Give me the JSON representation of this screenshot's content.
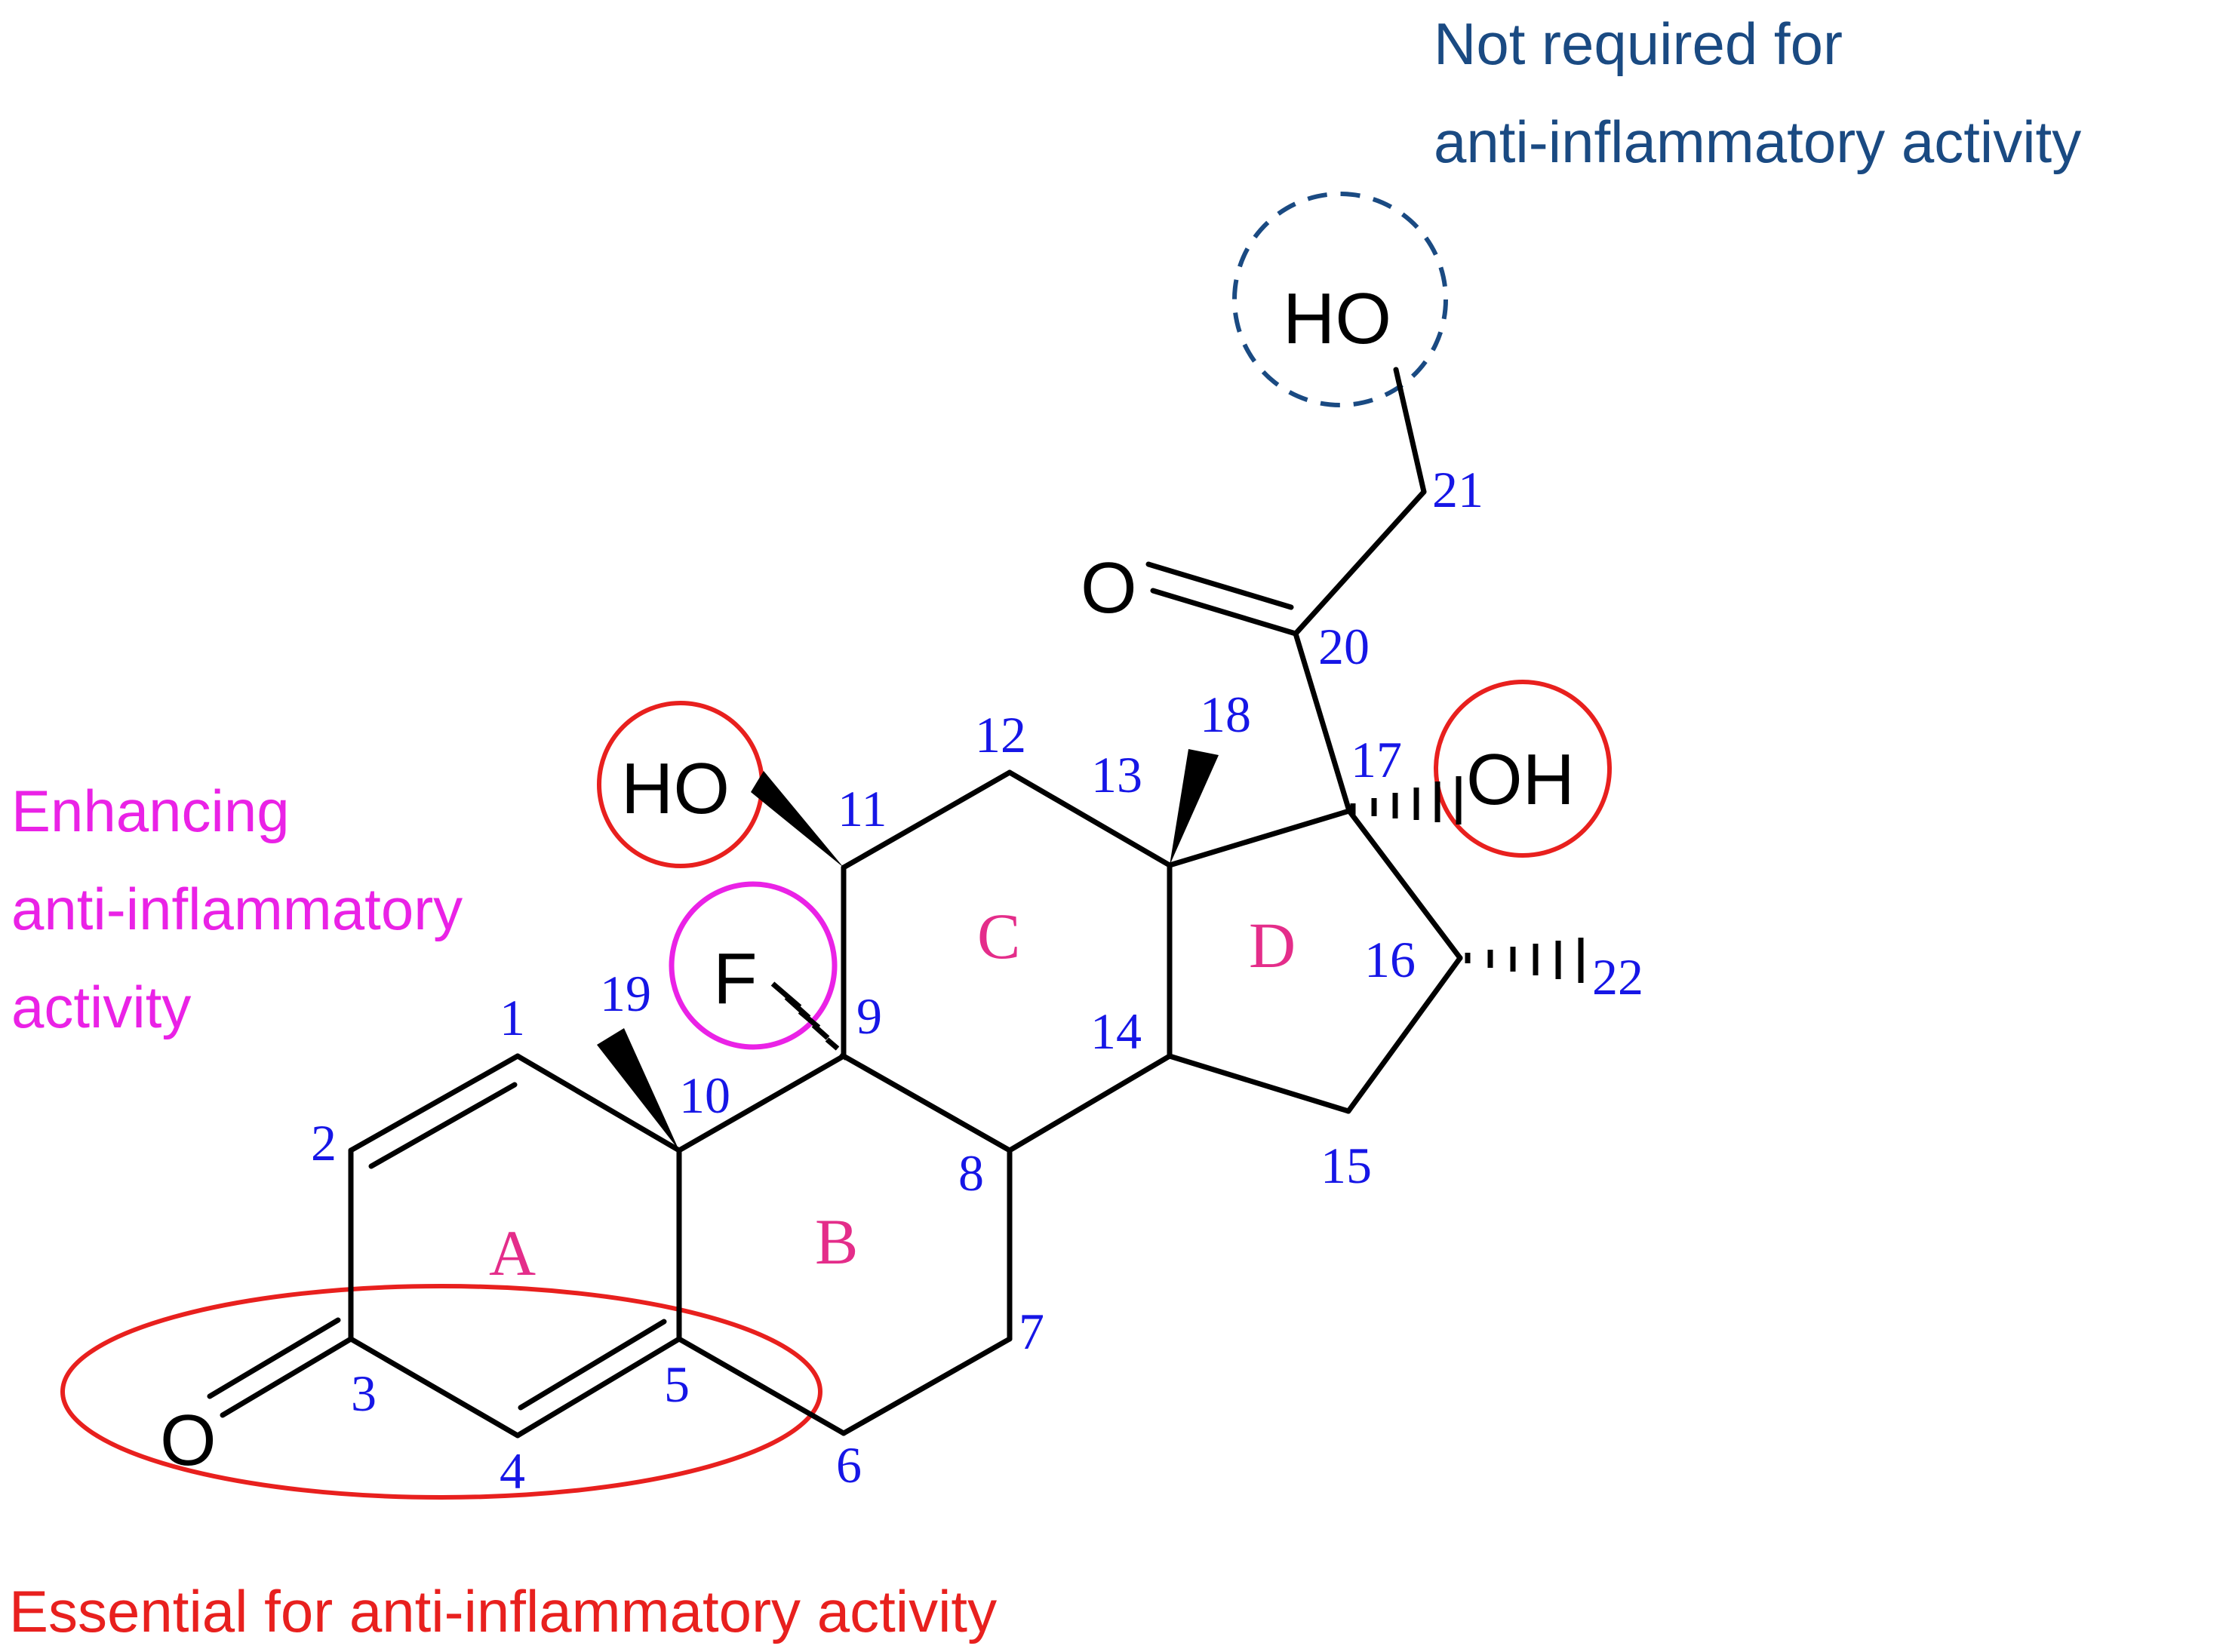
{
  "annotations": {
    "not_required_line1": "Not required for",
    "not_required_line2": "anti-inflammatory activity",
    "enhancing_line1": "Enhancing",
    "enhancing_line2": "anti-inflammatory",
    "enhancing_line3": "activity",
    "essential": "Essential for anti-inflammatory activity"
  },
  "atoms": {
    "oh_21": "HO",
    "o_20": "O",
    "oh_11": "HO",
    "oh_17": "OH",
    "f_9": "F",
    "o_3": "O"
  },
  "ring_labels": {
    "a": "A",
    "b": "B",
    "c": "C",
    "d": "D"
  },
  "carbon_numbers": {
    "c1": "1",
    "c2": "2",
    "c3": "3",
    "c4": "4",
    "c5": "5",
    "c6": "6",
    "c7": "7",
    "c8": "8",
    "c9": "9",
    "c10": "10",
    "c11": "11",
    "c12": "12",
    "c13": "13",
    "c14": "14",
    "c15": "15",
    "c16": "16",
    "c17": "17",
    "c18": "18",
    "c19": "19",
    "c20": "20",
    "c21": "21",
    "c22": "22"
  },
  "colors": {
    "essential": "#e8201e",
    "enhancing": "#ea22e6",
    "not_required": "#1a4a82",
    "numbers": "#1616e6",
    "ring_labels": "#e42d8a",
    "bonds": "#000000"
  }
}
